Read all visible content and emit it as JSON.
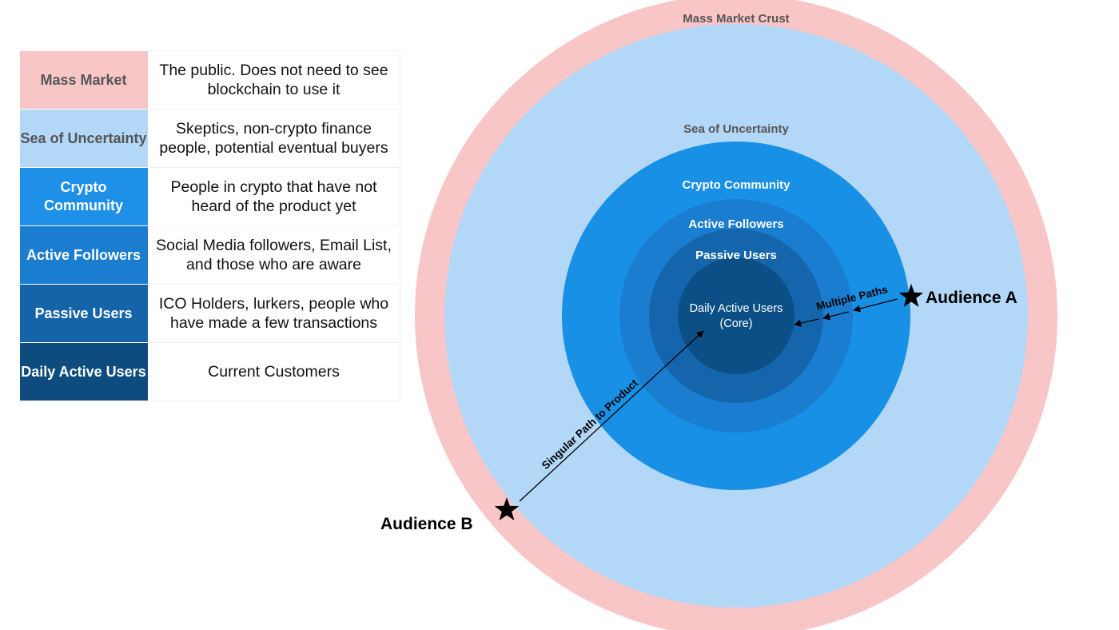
{
  "legend": {
    "rows": [
      {
        "name": "Mass Market",
        "description": "The public. Does not need to see blockchain to use it",
        "color": "#f9c6c7",
        "text_color": "#555555"
      },
      {
        "name": "Sea of Uncertainty",
        "description": "Skeptics, non-crypto finance people, potential eventual buyers",
        "color": "#b3d7f7",
        "text_color": "#555555"
      },
      {
        "name": "Crypto Community",
        "description": "People in crypto that have not heard of the product yet",
        "color": "#1e90e8",
        "text_color": "#ffffff"
      },
      {
        "name": "Active Followers",
        "description": "Social Media followers, Email List, and those who are aware",
        "color": "#1a7dd0",
        "text_color": "#ffffff"
      },
      {
        "name": "Passive Users",
        "description": "ICO Holders, lurkers, people who have made a few transactions",
        "color": "#1563a8",
        "text_color": "#ffffff"
      },
      {
        "name": "Daily Active Users",
        "description": "Current Customers",
        "color": "#0e4c80",
        "text_color": "#ffffff"
      }
    ]
  },
  "diagram": {
    "rings": [
      {
        "label": "Mass Market Crust",
        "color": "#f9c6c7",
        "text_color": "#555555"
      },
      {
        "label": "Sea of Uncertainty",
        "color": "#b3d7f7",
        "text_color": "#555555"
      },
      {
        "label": "Crypto Community",
        "color": "#1790e6",
        "text_color": "#ffffff"
      },
      {
        "label": "Active Followers",
        "color": "#1a7dd0",
        "text_color": "#ffffff"
      },
      {
        "label": "Passive Users",
        "color": "#1565ad",
        "text_color": "#ffffff"
      },
      {
        "label": "Daily Active Users",
        "label_line2": "(Core)",
        "color": "#0b4f86",
        "text_color": "#ffffff"
      }
    ],
    "audience_a": {
      "label": "Audience A",
      "path_label": "Multiple Paths"
    },
    "audience_b": {
      "label": "Audience B",
      "path_label": "Singular Path to Product"
    }
  }
}
